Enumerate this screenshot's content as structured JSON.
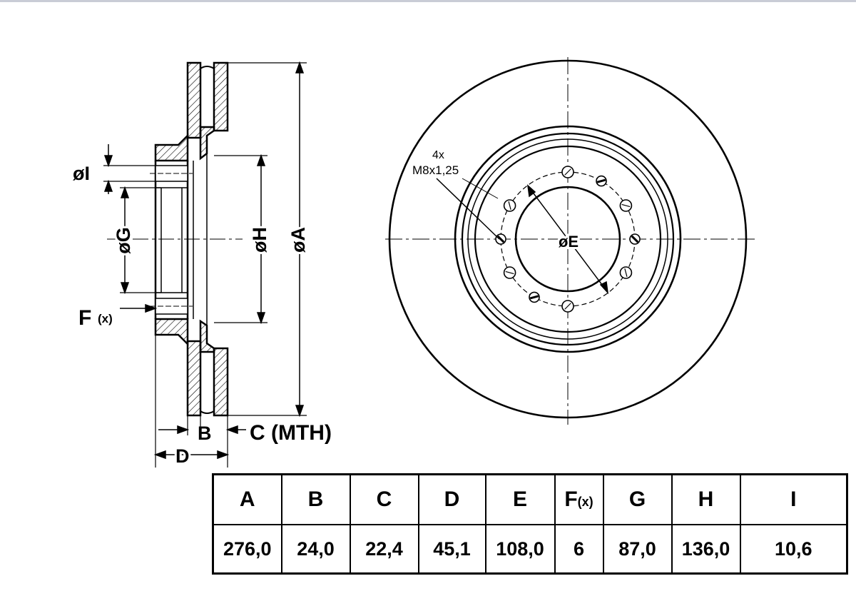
{
  "drawing": {
    "side_labels": {
      "dia_i": "øI",
      "dia_g": "øG",
      "dia_h": "øH",
      "dia_a": "øA",
      "f": "F",
      "f_sub": "(x)",
      "b": "B",
      "c_mth": "C (MTH)",
      "d": "D"
    },
    "front_labels": {
      "thread_count": "4x",
      "thread_spec": "M8x1,25",
      "dia_e": "øE"
    }
  },
  "table": {
    "headers": [
      "A",
      "B",
      "C",
      "D",
      "E",
      "F",
      "G",
      "H",
      "I"
    ],
    "f_header_sub": "(x)",
    "values": [
      "276,0",
      "24,0",
      "22,4",
      "45,1",
      "108,0",
      "6",
      "87,0",
      "136,0",
      "10,6"
    ]
  },
  "colors": {
    "line": "#000000",
    "background": "#ffffff",
    "hatch": "#000000"
  }
}
